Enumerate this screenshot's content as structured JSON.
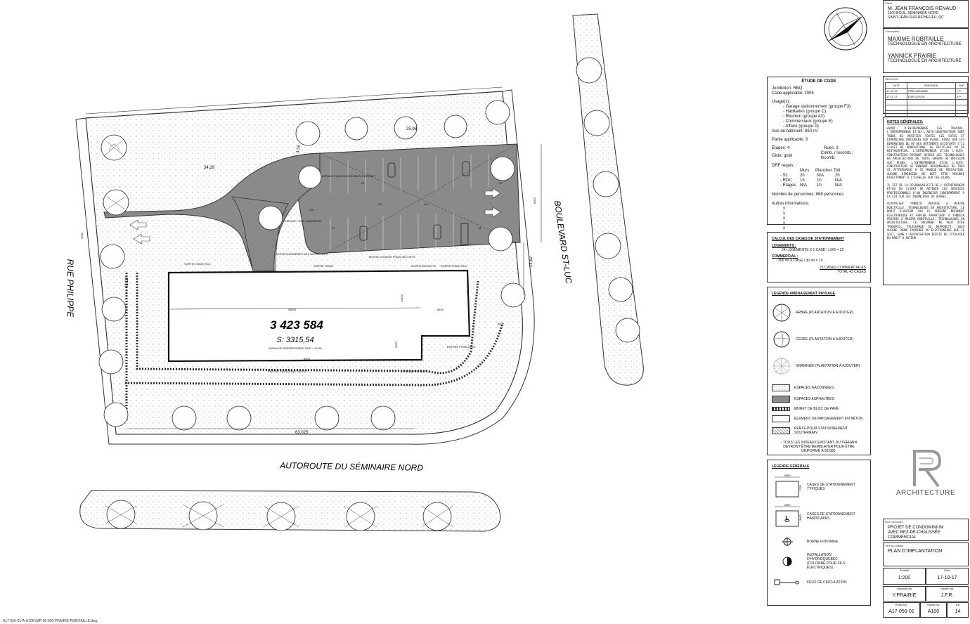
{
  "client": {
    "label": "Client",
    "name": "M. JEAN FRANÇOIS RENAUD",
    "address1": "1100 BOUL. SÉMINAIRE NORD",
    "address2": "SAINT-JEAN-SUR-RICHELIEU, QC"
  },
  "designers": {
    "label": "Concepteur",
    "p1_name": "MAXIME ROBITAILLE",
    "p1_title": "TECHNOLOGUE EN ARCHITECTURE",
    "p2_name": "YANNICK PRAIRIE",
    "p2_title": "TECHNOLOGUE EN ARCHITECTURE"
  },
  "revisions": {
    "label": "RÉVISION",
    "headers": [
      "DATE",
      "ÉMISSION",
      "PAR"
    ],
    "rows": [
      {
        "date": "17 09 15",
        "issue": "PRÉLIMINAIRE",
        "by": "Y.P."
      },
      {
        "date": "17 10 17",
        "issue": "EXÉCUTION",
        "by": "Y.P."
      }
    ]
  },
  "notes": {
    "title": "NOTES GÉNÉRALES:",
    "p1": "AVANT D'ENTREPRENDRE LES TRAVAUX, L'ENTREPRENEUR ET/OU L'AUTO-CONSTRUCTEUR SONT TENUS DE VÉRIFIER TOUTES LES COTES ET DIMENSIONS INDIQUÉES AUX PLANS, AINSI QUE LES DIMENSIONS DU OU DES BÂTIMENTS EXISTANTS S'IL S'AGIT DE RÉNOVATIONS, DE RECYCLAGE OU DE RESTAURATION. L'ENTREPRENEUR ET/OU L'AUTO-CONSTRUCTEUR DEVRONT AVISER LES TECHNOLOGUES EN ARCHITECTURE DE TOUTE ERREUR OU OMISSION AUX PLANS. L'ENTREPRENEUR ET/OU L'AUTO-CONSTRUCTEUR SE RENDENT RESPONSABLE DE TOUS CE ATTRIBUABLE À CE MANQUE DE PRÉCAUTION. AUCUNE DIMENSION NE DOIT ÊTRE MESURÉE DIRECTEMENT À L'ÉCHELLE SUR CES PLANS.",
    "p2": "IL EST DE LA RESPONSABILITÉ DE L'ENTREPRENEUR ET/OU DU CLIENT DE RETENIR LES SERVICES PROFESSIONNELS D'UN INGÉNIEUR CONFORMÉMENT À LA LOI SUR LES INGÉNIEURS DU QUÉBEC.",
    "p3": "©COPYRIGHT YANNICK PRAIRIE & MAXIME ROBITAILLE, TECHNOLOGUES EN ARCHITECTURE. LE DROIT D'AUTEUR SUR LE PRÉSENT DOCUMENT ÉLECTRONIQUE ET PAPIER APPARTIENT À YANNICK PRAIRIE & MAXIME ROBITAILLE, TECHNOLOGUES EN ARCHITECTURE. CE DOCUMENT NE PEUT ÊTRE TRANSMIS, TÉLÉCHARGÉ OU REPRODUIT, SOUS AUCUNE FORME IMPRIMÉE OU ÉLECTRONIQUE QUE CE SOIT, SANS L'AUTORISATION ÉCRITE DU TITULAIRE DU DROIT D'AUTEUR."
  },
  "logo": {
    "letters": "PR",
    "word": "ARCHITECTURE"
  },
  "project": {
    "label": "Nom du projet",
    "line1": "PROJET DE CONDOMINIUM",
    "line2": "AVEC REZ-DE-CHAUSSÉE COMMERCIAL"
  },
  "drawing": {
    "label": "Titre du dessin",
    "title": "PLAN D'IMPLANTATION"
  },
  "scale": {
    "label": "Échelle",
    "value": "1:200"
  },
  "date": {
    "label": "Date",
    "value": "17-10-17"
  },
  "drawn_by": {
    "label": "Dessiné par",
    "value": "Y.PRAIRIE"
  },
  "checked_by": {
    "label": "Vérifié par",
    "value": "J.F.R."
  },
  "project_no": {
    "label": "Projet No.",
    "value": "A17-056-01"
  },
  "sheet_no": {
    "label": "Feuille No.",
    "value": "A100"
  },
  "sheet_count": {
    "label": "De",
    "value": "14"
  },
  "code_study": {
    "title": "ÉTUDE DE CODE",
    "juridiction": "Juridiction: RBQ",
    "code": "Code applicable: 2005",
    "usage_title": "Usage(s):",
    "usages": [
      "- Garage stationnement (groupe F3)",
      "- Habitation (groupe C)",
      "- Réunion (groupe A2)",
      "- Commerciaux (groupe E)",
      "- Affaire (groupe D)"
    ],
    "area": "Aire de bâtiment: 850 m²",
    "part": "Partie applicable: 3",
    "floors": "Étages: 4",
    "streets": "Rues: 3",
    "sprinkler": "Gicle: giclé",
    "comb": "Comb. / Incomb.: Incomb.",
    "drf": "DRF requis:",
    "drf_headers": [
      "Murs",
      "Plancher",
      "Toit"
    ],
    "drf_rows": [
      [
        "- S1",
        "2h",
        "N/A",
        "2h"
      ],
      [
        "- RDC",
        "1h",
        "1h",
        "N/A"
      ],
      [
        "- Étages",
        "N/A",
        "1h",
        "N/A"
      ]
    ],
    "persons": "Nombre de personnes: 868 personnes",
    "other": "Autres informations:",
    "x_marks": [
      "x",
      "x",
      "x",
      "x",
      "x"
    ]
  },
  "parking_calc": {
    "title": "CALCUL DES CASES DE STATIONNEMENT",
    "l1_head": "LOGEMENTS :",
    "l1": "24 LOGEMENTS X 1 CASE / LOG = 32",
    "l2_head": "COMMERCIAL :",
    "l2": "- 300 m² X CASE / 30 m² = 10",
    "total_label": "21 CASES COMMERCIALES",
    "total": "TOTAL     43 CASES"
  },
  "landscape_legend": {
    "title": "LÉGENDE AMÉNAGEMENT PAYSAGE",
    "items": [
      "ARBRE (PLANTATION À AJOUTER)",
      "CÈDRE (PLANTATION À AJOUTER)",
      "GRAMINÉE (PLANTATION À AJOUTER)",
      "ESPACES GAZONNÉES",
      "ESPACES ASPHALTÉES",
      "MURET DE BLOC DE PAVÉ",
      "ÉLÉMENT DE PAYSAGEMENT EN BÉTON",
      "PENTE POUR STATIONNEMENT SOUTERRAIN"
    ],
    "note": "- TOUS LES NIVEAUX EXISTANT DU TERRAIN DEVRONT ÊTRE REMBLAYER POUR ÊTRE UNIFORME À 95.000."
  },
  "general_legend": {
    "title": "LÉGENDE GÉNÉRALE",
    "stall_typical": "CASES DE STATIONNEMENT TYPIQUES",
    "stall_hc": "CASES DE STATIONNEMENT HANDICAPÉS",
    "dim_w": "5500",
    "dim_h1": "2750",
    "dim_h2": "3900",
    "hydrant": "BORNE FONTAINE",
    "hydro": "INSTALLATION D'HYDROQUÉBEC (COLONNE POUR FILS ÉLECTRIQUES)",
    "light": "FEUX DE CIRCULATION"
  },
  "plan": {
    "lot_number": "3 423 584",
    "area": "S: 3315,54",
    "reference": "NIVEAU DE RÉFÉRENCEMENT 95.22 = 10.000",
    "street_south": "AUTOROUTE DU SÉMINAIRE NORD",
    "street_west": "RUE PHILIPPE",
    "street_east": "BOULEVARD ST-LUC",
    "dims": [
      "35,98",
      "34,29",
      "4,55",
      "14,62",
      "43,18",
      "63,025",
      "45530",
      "6830",
      "11642",
      "6020",
      "8000",
      "6000",
      "8500",
      "8500"
    ],
    "labels": {
      "garbage_container": "ESPACE POUR CONTENEUR À DÉCHET",
      "garbage": "ESPACE POUR LAVERSION",
      "emergency_exits": "SORTIES ARRIÈRES DES SUITES 1 & 2",
      "freight": "MONTE CHARGE POUR DÉCHETS",
      "exit_rdc": "SORTIE ISSUE RDC",
      "exit2": "SORTIE ISSUE",
      "exit3": "SORTIE DÉCHETS",
      "exit4": "SORTIE ISSUE RDC",
      "entry1": "ENTRÉE PRINCIPALE SUITE 1",
      "entry2": "ENTRÉE PR. SUITE 2",
      "entry_main": "ENTRÉE PRINCIPALE",
      "slope": "PENTE 8%"
    },
    "stall_numbers": [
      "21",
      "30",
      "34",
      "43",
      "1%",
      "1%",
      "1%"
    ]
  },
  "file_path": "A17-056-01-A-A106-IMP-00-000-PRAIRIE-ROBITAILLE.dwg"
}
